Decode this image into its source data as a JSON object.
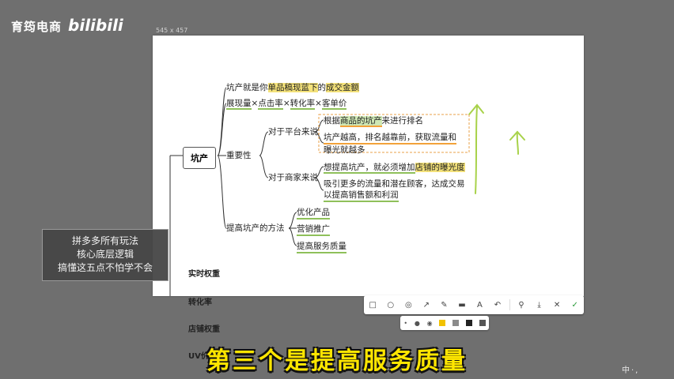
{
  "brand": {
    "name": "育筠电商",
    "logo_text": "bilibili"
  },
  "canvas_size_label": "545 x 457",
  "mindmap": {
    "root": "坑产",
    "branch1": {
      "pre": "坑产就是你",
      "mid": "单品稿现蓝下",
      "post": "的",
      "end": "成交金额"
    },
    "branch2": {
      "a": "展现量",
      "x1": "×",
      "b": "点击率",
      "x2": "×",
      "c": "转化率",
      "x3": "×",
      "d": "客单价"
    },
    "importance": {
      "label": "重要性",
      "platform": {
        "label": "对于平台来说",
        "line1_pre": "根据",
        "line1_hl": "商品的坑产",
        "line1_post": "来进行排名",
        "line2": "坑产越高，排名越靠前，获取流量和",
        "line3": "曝光就越多"
      },
      "merchant": {
        "label": "对于商家来说",
        "line1_pre": "想提高坑产，就必须增加",
        "line1_hl": "店铺的曝光度",
        "line2": "吸引更多的流量和潜在顾客，达成交易",
        "line3": "以提高销售额和利润"
      }
    },
    "methods": {
      "label": "提高坑产的方法",
      "items": [
        "优化产品",
        "营销推广",
        "提高服务质量"
      ]
    },
    "side_nodes": [
      "实时权重",
      "转化率",
      "店铺权重",
      "UV价值"
    ]
  },
  "tooltip": {
    "line1": "拼多多所有玩法",
    "line2": "核心底层逻辑",
    "line3": "搞懂这五点不怕学不会"
  },
  "toolbar": {
    "tools": [
      "rect-tool-icon",
      "circle-tool-icon",
      "mosaic-tool-icon",
      "arrow-tool-icon",
      "pen-tool-icon",
      "marker-tool-icon",
      "text-tool-icon",
      "undo-icon",
      "pin-icon",
      "save-icon",
      "cancel-icon",
      "confirm-icon"
    ],
    "glyphs": [
      "□",
      "○",
      "◎",
      "↗",
      "✎",
      "▬",
      "A",
      "↶",
      "⚲",
      "⤓",
      "✕",
      "✓"
    ]
  },
  "colors": [
    "#f2c200",
    "#8b8b8b",
    "#222222",
    "#555555"
  ],
  "subtitle": "第三个是提高服务质量",
  "bottom_right": "中·,"
}
